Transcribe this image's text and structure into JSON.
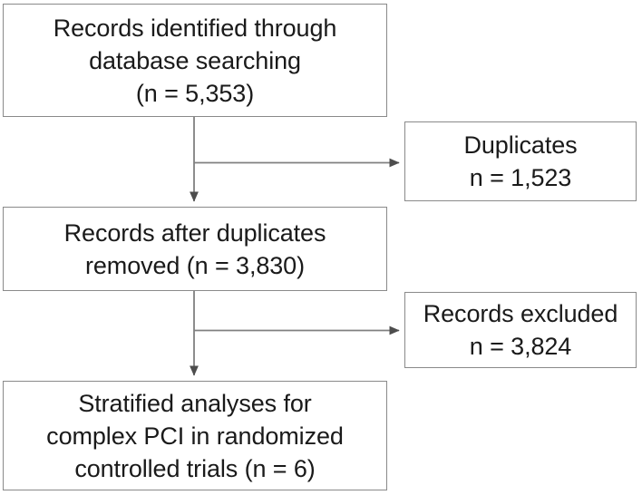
{
  "diagram": {
    "type": "prisma-flow-diagram",
    "background_color": "#ffffff",
    "box_border_color": "#8a8a8a",
    "text_color": "#1a1a1a",
    "connector_color": "#808080",
    "arrowhead_color": "#4d4d4d",
    "boxes": {
      "identified": {
        "line1": "Records identified through",
        "line2": "database searching",
        "line3": "(n = 5,353)",
        "count": "5,353"
      },
      "duplicates": {
        "line1": "Duplicates",
        "line2": "n = 1,523",
        "count": "1,523"
      },
      "after_duplicates": {
        "line1": "Records after duplicates",
        "line2": "removed (n = 3,830)",
        "count": "3,830"
      },
      "excluded": {
        "line1": "Records excluded",
        "line2": "n = 3,824",
        "count": "3,824"
      },
      "included": {
        "line1": "Stratified analyses for",
        "line2": "complex PCI in randomized",
        "line3": "controlled trials (n = 6)",
        "count": "6"
      }
    }
  }
}
